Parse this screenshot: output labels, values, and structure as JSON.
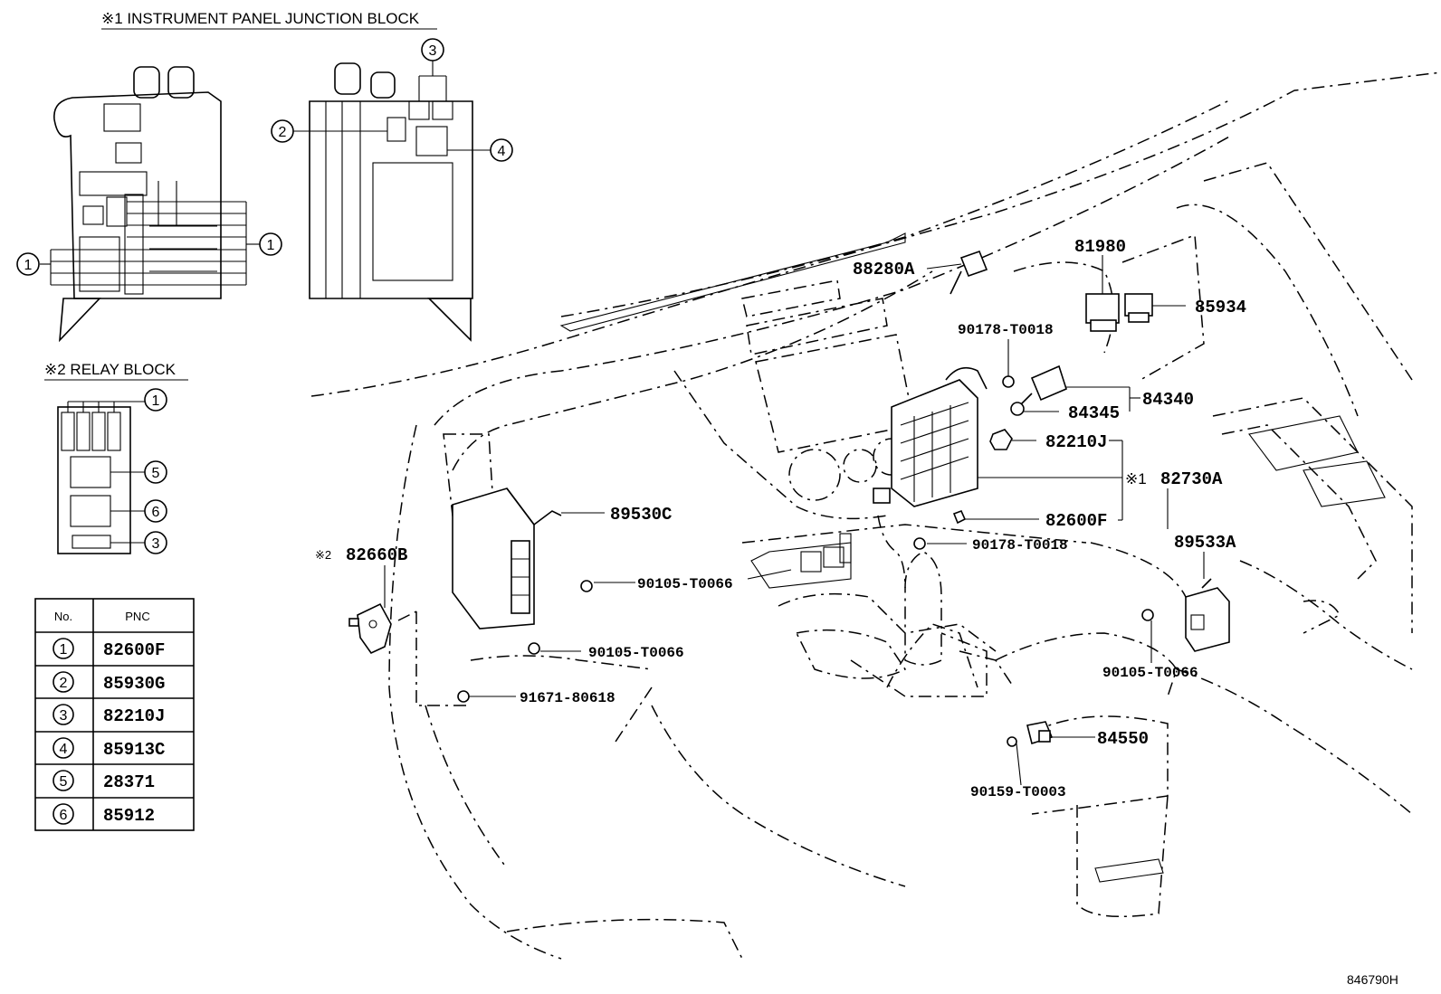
{
  "headers": {
    "junction_block": "※1 INSTRUMENT PANEL JUNCTION BLOCK",
    "relay_block": "※2 RELAY BLOCK"
  },
  "callout_numbers": [
    "1",
    "2",
    "3",
    "4",
    "5",
    "6"
  ],
  "table": {
    "col_no": "No.",
    "col_pnc": "PNC",
    "rows": [
      {
        "no": "1",
        "pnc": "82600F"
      },
      {
        "no": "2",
        "pnc": "85930G"
      },
      {
        "no": "3",
        "pnc": "82210J"
      },
      {
        "no": "4",
        "pnc": "85913C"
      },
      {
        "no": "5",
        "pnc": "28371"
      },
      {
        "no": "6",
        "pnc": "85912"
      }
    ]
  },
  "part_labels": {
    "p88280A": "88280A",
    "p81980": "81980",
    "p85934": "85934",
    "p90178_a": "90178-T0018",
    "p84340": "84340",
    "p84345": "84345",
    "p82210J": "82210J",
    "p82730A": "82730A",
    "mark1": "※1",
    "p89530C": "89530C",
    "p82600F": "82600F",
    "p90178_b": "90178-T0018",
    "p89533A": "89533A",
    "mark2": "※2",
    "p82660B": "82660B",
    "p90105_a": "90105-T0066",
    "p90105_b": "90105-T0066",
    "p90105_c": "90105-T0066",
    "p91671": "91671-80618",
    "p84550": "84550",
    "p90159": "90159-T0003"
  },
  "diagram_id": "846790H"
}
